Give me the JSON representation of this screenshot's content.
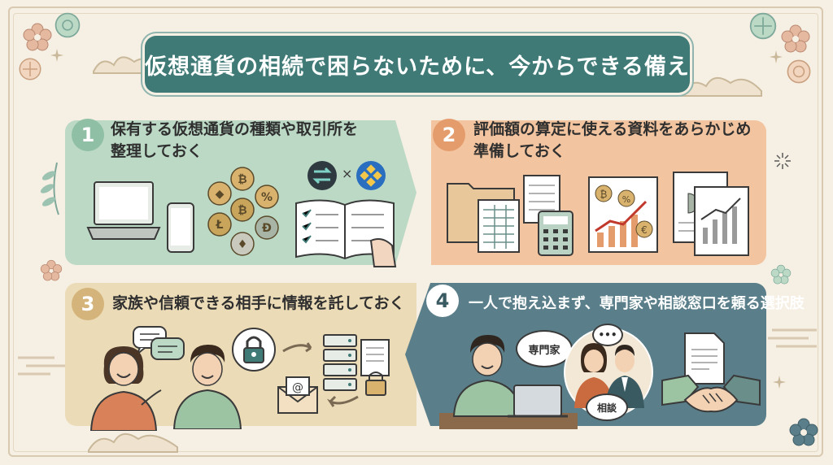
{
  "title": "仮想通貨の相続で困らないために、今からできる備え",
  "steps": [
    {
      "number": "1",
      "label_line1": "保有する仮想通貨の種類や取引所を",
      "label_line2": "整理しておく"
    },
    {
      "number": "2",
      "label_line1": "評価額の算定に使える資料をあらかじめ",
      "label_line2": "準備しておく"
    },
    {
      "number": "3",
      "label_line1": "家族や信頼できる相手に情報を託しておく"
    },
    {
      "number": "4",
      "label_line1": "一人で抱え込まず、専門家や相談窓口を頼る選択肢"
    }
  ],
  "bubbles": {
    "expert": "専門家",
    "consult": "相談"
  },
  "colors": {
    "banner": "#3f7a76",
    "step1": "#bcd9c6",
    "step2": "#f2c49f",
    "step3": "#ebdbb6",
    "step4": "#5a7f8a",
    "background": "#f6efe3"
  }
}
